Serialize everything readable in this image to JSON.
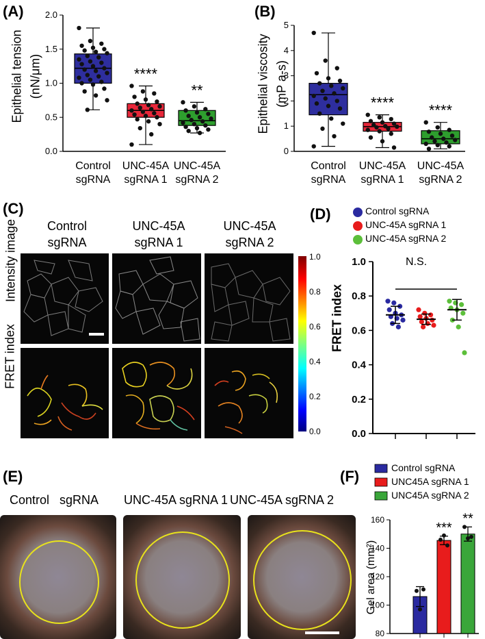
{
  "panels": {
    "a": "(A)",
    "b": "(B)",
    "c": "(C)",
    "d": "(D)",
    "e": "(E)",
    "f": "(F)"
  },
  "groups": {
    "g1": [
      "Control",
      "sgRNA"
    ],
    "g2": [
      "UNC-45A",
      "sgRNA 1"
    ],
    "g3": [
      "UNC-45A",
      "sgRNA 2"
    ]
  },
  "panel_a": {
    "ylabel_line1": "Epithelial tension",
    "ylabel_line2": "(nN/μm)",
    "ticks": [
      "0.0",
      "0.5",
      "1.0",
      "1.5",
      "2.0"
    ],
    "sig": [
      "",
      "****",
      "**"
    ],
    "colors": [
      "#2e2e9e",
      "#e8273a",
      "#2e9e2e"
    ]
  },
  "panel_b": {
    "ylabel_line1": "Epithelial viscosity",
    "ylabel_line2": "(mP a-s)",
    "ticks": [
      "0",
      "1",
      "2",
      "3",
      "4",
      "5"
    ],
    "sig": [
      "",
      "****",
      "****"
    ]
  },
  "panel_c": {
    "row1": "Intensity image",
    "row2": "FRET index",
    "colorbar_ticks": [
      "1.0",
      "0.8",
      "0.6",
      "0.4",
      "0.2",
      "0.0"
    ]
  },
  "panel_d": {
    "legend": [
      "Control sgRNA",
      "UNC-45A sgRNA 1",
      "UNC-45A sgRNA 2"
    ],
    "ylabel": "FRET index",
    "ticks": [
      "0.0",
      "0.2",
      "0.4",
      "0.6",
      "0.8",
      "1.0"
    ],
    "annotation": "N.S.",
    "colors": [
      "#2a2aa0",
      "#e81c1c",
      "#5cbf3a"
    ]
  },
  "panel_e": {
    "labels": [
      "Control   sgRNA",
      "UNC-45A sgRNA 1",
      "UNC-45A sgRNA 2"
    ]
  },
  "panel_f": {
    "legend": [
      "Control sgRNA",
      "UNC45A sgRNA 1",
      "UNC45A sgRNA 2"
    ],
    "ylabel": "Gel area (mm²)",
    "ticks": [
      "80",
      "100",
      "120",
      "140",
      "160"
    ],
    "sig": [
      "",
      "***",
      "**"
    ]
  },
  "chart_data": [
    {
      "type": "box",
      "panel": "A",
      "ylabel": "Epithelial tension (nN/μm)",
      "ylim": [
        0,
        2.0
      ],
      "categories": [
        "Control sgRNA",
        "UNC-45A sgRNA 1",
        "UNC-45A sgRNA 2"
      ],
      "boxes": [
        {
          "min": 0.61,
          "q1": 1.0,
          "median": 1.22,
          "q3": 1.43,
          "max": 1.81
        },
        {
          "min": 0.1,
          "q1": 0.5,
          "median": 0.6,
          "q3": 0.7,
          "max": 0.96
        },
        {
          "min": 0.27,
          "q1": 0.38,
          "median": 0.45,
          "q3": 0.6,
          "max": 0.72
        }
      ],
      "points": [
        [
          1.81,
          1.62,
          1.58,
          1.55,
          1.52,
          1.5,
          1.48,
          1.46,
          1.44,
          1.4,
          1.38,
          1.35,
          1.32,
          1.3,
          1.28,
          1.25,
          1.22,
          1.2,
          1.18,
          1.15,
          1.12,
          1.1,
          1.08,
          1.05,
          1.02,
          1.0,
          0.98,
          0.92,
          0.88,
          0.82,
          0.75,
          0.61
        ],
        [
          0.96,
          0.88,
          0.85,
          0.8,
          0.76,
          0.73,
          0.7,
          0.68,
          0.66,
          0.64,
          0.62,
          0.6,
          0.58,
          0.56,
          0.54,
          0.52,
          0.5,
          0.47,
          0.44,
          0.4,
          0.34,
          0.25,
          0.1
        ],
        [
          0.72,
          0.66,
          0.62,
          0.6,
          0.57,
          0.55,
          0.52,
          0.5,
          0.48,
          0.46,
          0.44,
          0.42,
          0.4,
          0.38,
          0.36,
          0.34,
          0.32,
          0.3,
          0.27
        ]
      ],
      "significance": [
        "",
        "****",
        "**"
      ]
    },
    {
      "type": "box",
      "panel": "B",
      "ylabel": "Epithelial viscosity (mP a-s)",
      "ylim": [
        0,
        5
      ],
      "categories": [
        "Control sgRNA",
        "UNC-45A sgRNA 1",
        "UNC-45A sgRNA 2"
      ],
      "boxes": [
        {
          "min": 0.2,
          "q1": 1.45,
          "median": 2.25,
          "q3": 2.7,
          "max": 4.7
        },
        {
          "min": 0.15,
          "q1": 0.8,
          "median": 0.98,
          "q3": 1.15,
          "max": 1.45
        },
        {
          "min": 0.1,
          "q1": 0.3,
          "median": 0.5,
          "q3": 0.82,
          "max": 1.15
        }
      ],
      "points": [
        [
          4.7,
          3.6,
          3.3,
          3.1,
          2.9,
          2.8,
          2.7,
          2.6,
          2.5,
          2.4,
          2.3,
          2.2,
          2.1,
          2.0,
          1.9,
          1.8,
          1.7,
          1.5,
          1.3,
          1.1,
          0.9,
          0.6,
          0.2
        ],
        [
          1.45,
          1.35,
          1.28,
          1.2,
          1.15,
          1.1,
          1.05,
          1.0,
          0.98,
          0.95,
          0.9,
          0.85,
          0.8,
          0.7,
          0.55,
          0.4,
          0.15
        ],
        [
          1.15,
          0.95,
          0.85,
          0.78,
          0.7,
          0.62,
          0.55,
          0.5,
          0.45,
          0.4,
          0.35,
          0.3,
          0.25,
          0.2,
          0.1
        ]
      ],
      "significance": [
        "",
        "****",
        "****"
      ]
    },
    {
      "type": "scatter",
      "panel": "D",
      "ylabel": "FRET index",
      "ylim": [
        0,
        1.0
      ],
      "series": [
        {
          "name": "Control sgRNA",
          "mean": 0.69,
          "sd": 0.05,
          "values": [
            0.77,
            0.76,
            0.74,
            0.72,
            0.7,
            0.69,
            0.68,
            0.67,
            0.66,
            0.64,
            0.62
          ]
        },
        {
          "name": "UNC-45A sgRNA 1",
          "mean": 0.665,
          "sd": 0.03,
          "values": [
            0.72,
            0.7,
            0.69,
            0.68,
            0.67,
            0.66,
            0.65,
            0.64,
            0.63,
            0.62
          ]
        },
        {
          "name": "UNC-45A sgRNA 2",
          "mean": 0.72,
          "sd": 0.06,
          "values": [
            0.77,
            0.76,
            0.75,
            0.73,
            0.72,
            0.7,
            0.66,
            0.62,
            0.47
          ]
        }
      ],
      "annotation": "N.S."
    },
    {
      "type": "bar",
      "panel": "F",
      "ylabel": "Gel area (mm²)",
      "ylim": [
        80,
        160
      ],
      "categories": [
        "Control sgRNA",
        "UNC45A sgRNA 1",
        "UNC45A sgRNA 2"
      ],
      "values": [
        106,
        145.5,
        150
      ],
      "errors": [
        7,
        3,
        5
      ],
      "points": [
        [
          110,
          97,
          111
        ],
        [
          146,
          149,
          142
        ],
        [
          155,
          147,
          148
        ]
      ],
      "significance": [
        "",
        "***",
        "**"
      ]
    }
  ]
}
